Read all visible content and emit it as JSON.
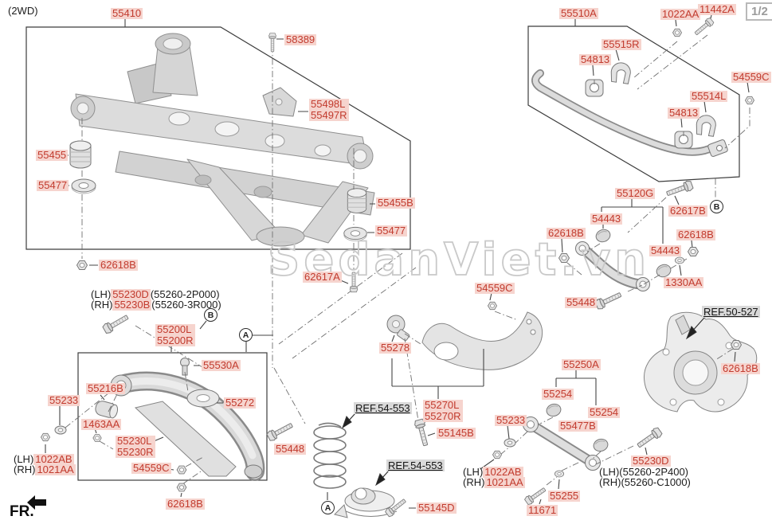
{
  "meta": {
    "variant_note": "(2WD)",
    "page_indicator": "1/2",
    "fr_label": "FR.",
    "watermark": "SedanViet.vn"
  },
  "colors": {
    "callout_bg": "#f6d4ce",
    "callout_text": "#c23b2e",
    "ref_bg": "#d9d9d9",
    "line_color": "#454545"
  },
  "markers": {
    "a": "A",
    "b": "B"
  },
  "side_labels": {
    "lh": "(LH)",
    "rh": "(RH)"
  },
  "alt_codes": {
    "p2p000": "(55260-2P000)",
    "p3r000": "(55260-3R000)",
    "p2p400": "(55260-2P400)",
    "pc1000": "(55260-C1000)"
  },
  "refs": {
    "ref_50_527": "REF.50-527",
    "ref_54_553": "REF.54-553"
  },
  "callouts": {
    "m55410": "55410",
    "m58389": "58389",
    "m55498L": "55498L",
    "m55497R": "55497R",
    "m55455": "55455",
    "m55477a": "55477",
    "m55455B": "55455B",
    "m55477b": "55477",
    "m62618Ba": "62618B",
    "m62617A": "62617A",
    "m55510A": "55510A",
    "m1022AA": "1022AA",
    "m11442A": "11442A",
    "m55515R": "55515R",
    "m54813a": "54813",
    "m54559Ca": "54559C",
    "m55514L": "55514L",
    "m54813b": "54813",
    "m55120G": "55120G",
    "m62617B": "62617B",
    "m62618Bb": "62618B",
    "m54443a": "54443",
    "m62618Bc": "62618B",
    "m54443b": "54443",
    "m1330AA": "1330AA",
    "m55448a": "55448",
    "m54559Cb": "54559C",
    "m55448b": "55448",
    "m62618Bd": "62618B",
    "m55278": "55278",
    "m55270L": "55270L",
    "m55270R": "55270R",
    "m55145B": "55145B",
    "m55145D": "55145D",
    "m55250A": "55250A",
    "m55254a": "55254",
    "m55254b": "55254",
    "m55477B": "55477B",
    "m55233a": "55233",
    "m55233b": "55233",
    "m55255": "55255",
    "m11671": "11671",
    "m55230Da": "55230D",
    "m55230B": "55230B",
    "m55230Db": "55230D",
    "m55200L": "55200L",
    "m55200R": "55200R",
    "m55530A": "55530A",
    "m55216B": "55216B",
    "m55272": "55272",
    "m1463AA": "1463AA",
    "m55230L": "55230L",
    "m55230R": "55230R",
    "m54559Cc": "54559C",
    "m62618Be": "62618B",
    "m1022ABa": "1022AB",
    "m1021AAa": "1021AA",
    "m1022ABb": "1022AB",
    "m1021AAb": "1021AA"
  }
}
